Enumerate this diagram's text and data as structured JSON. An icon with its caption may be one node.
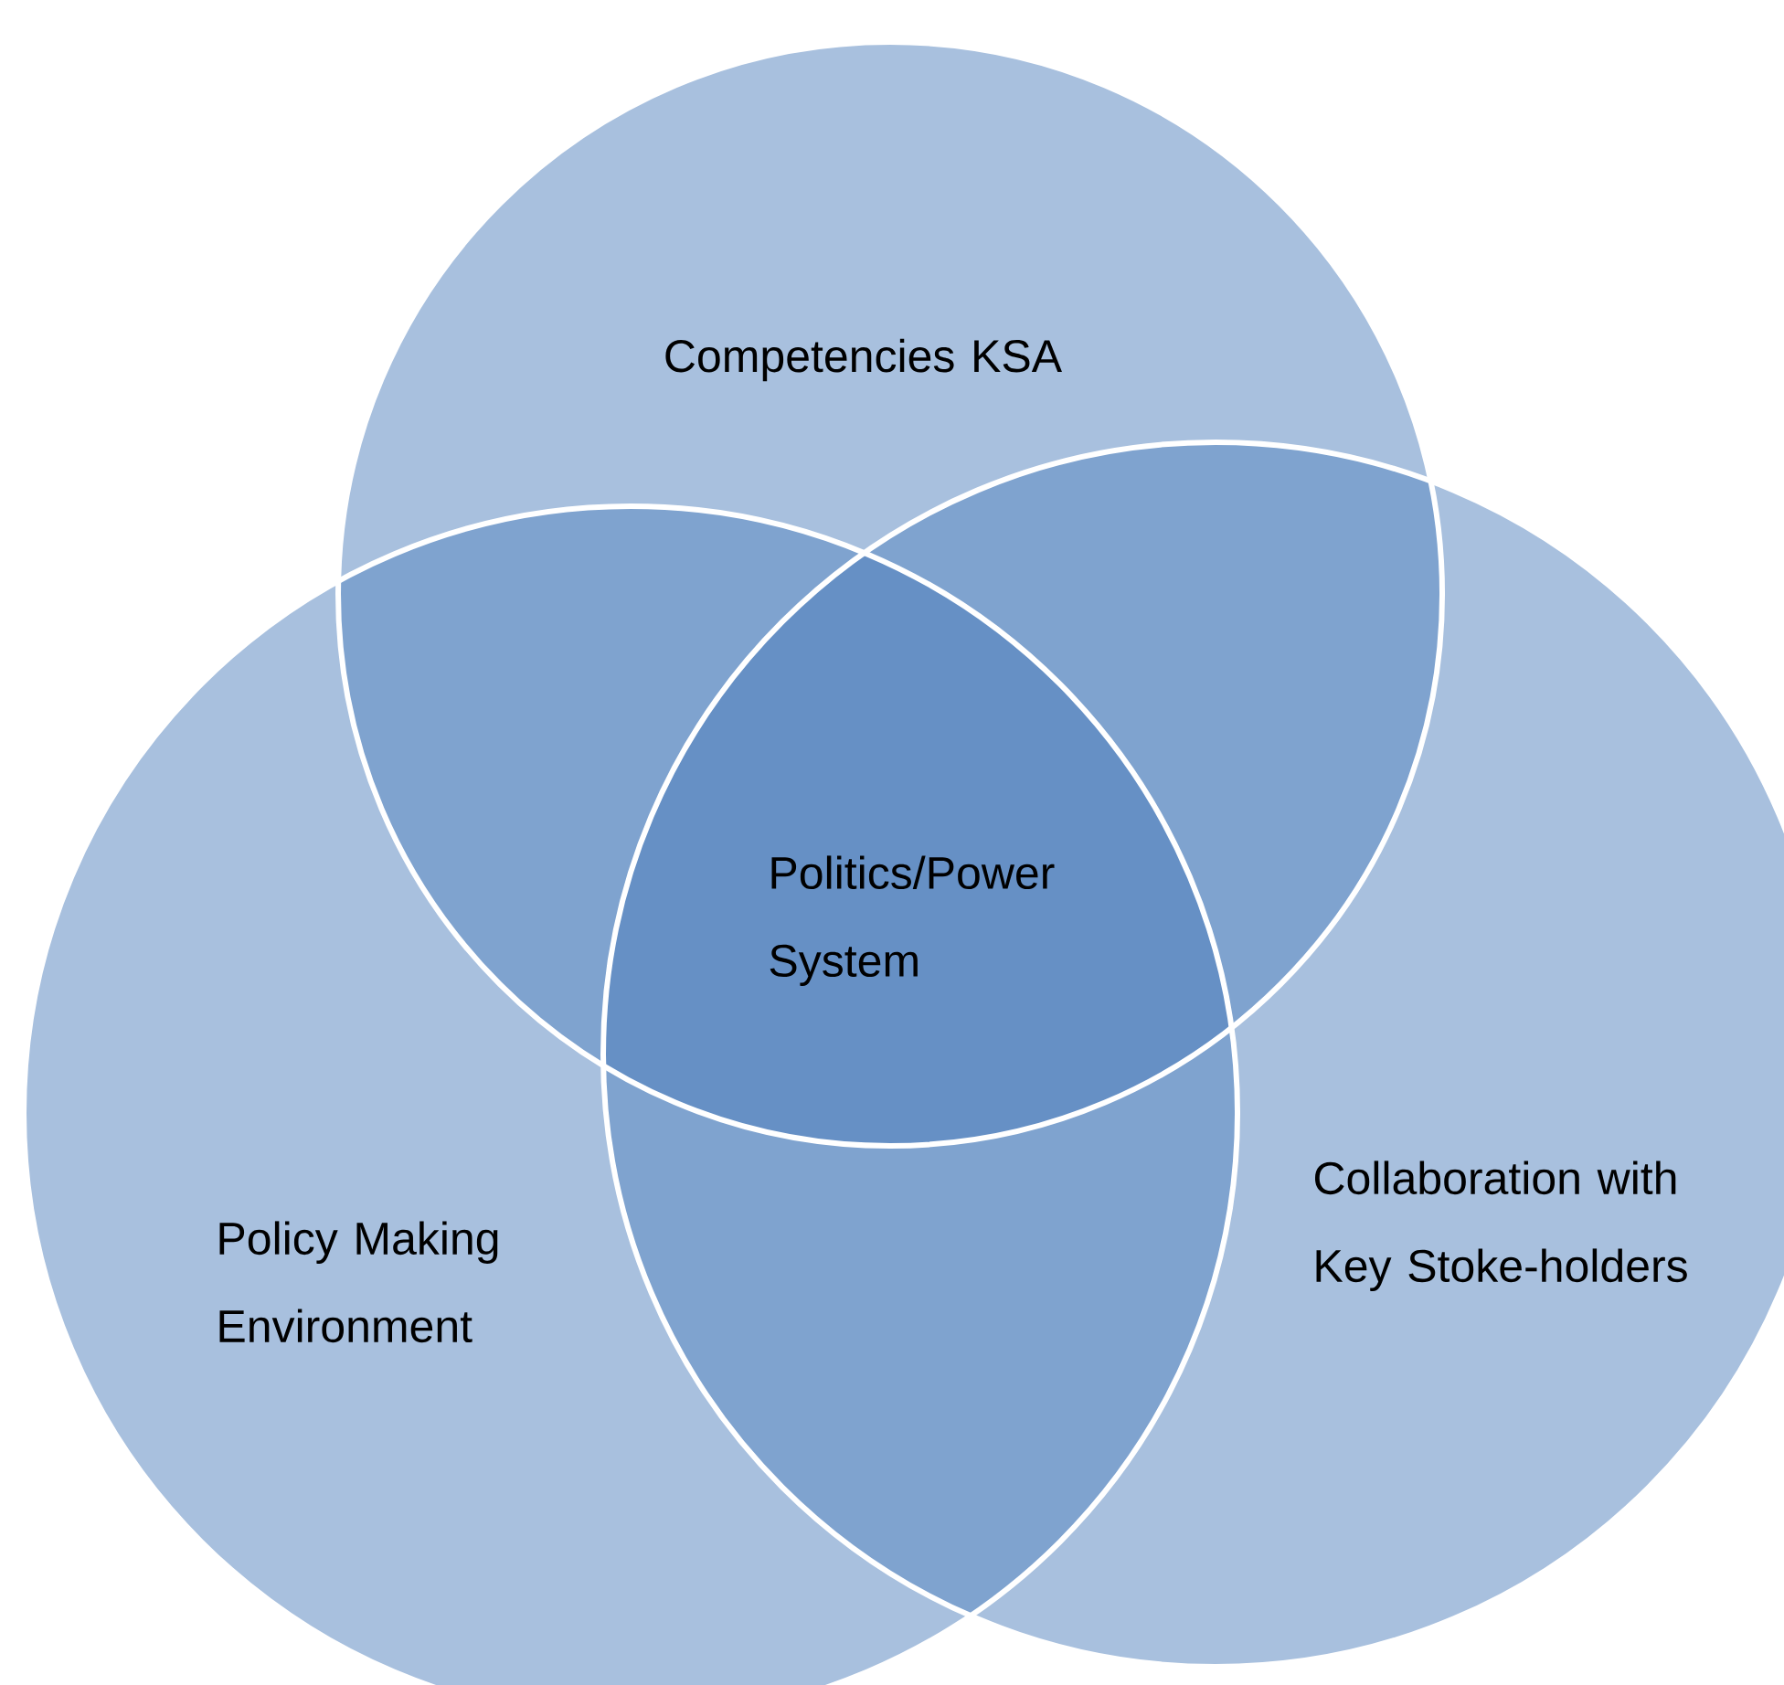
{
  "diagram": {
    "nodes": [
      {
        "text": [
          "Competencies KSA"
        ]
      },
      {
        "text": [
          "Policy Making Environment"
        ]
      },
      {
        "text": [
          "Collaboration with Key Stoke-holders"
        ]
      }
    ],
    "labels": [
      "Politics/Power System"
    ]
  }
}
